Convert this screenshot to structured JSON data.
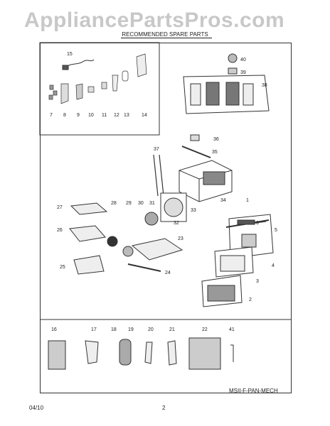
{
  "watermark": "AppliancePartsPros.com",
  "header": {
    "title": "RECOMMENDED SPARE PARTS"
  },
  "footer": {
    "date": "04/10",
    "page": "2"
  },
  "diagram": {
    "model_code": "MSII-F-PAN-MECH",
    "callouts": [
      "1",
      "2",
      "3",
      "4",
      "5",
      "6",
      "7",
      "8",
      "9",
      "10",
      "11",
      "12",
      "13",
      "14",
      "15",
      "16",
      "17",
      "18",
      "19",
      "20",
      "21",
      "22",
      "23",
      "24",
      "25",
      "26",
      "27",
      "28",
      "29",
      "30",
      "31",
      "32",
      "33",
      "34",
      "35",
      "36",
      "37",
      "38",
      "39",
      "40",
      "41"
    ]
  }
}
